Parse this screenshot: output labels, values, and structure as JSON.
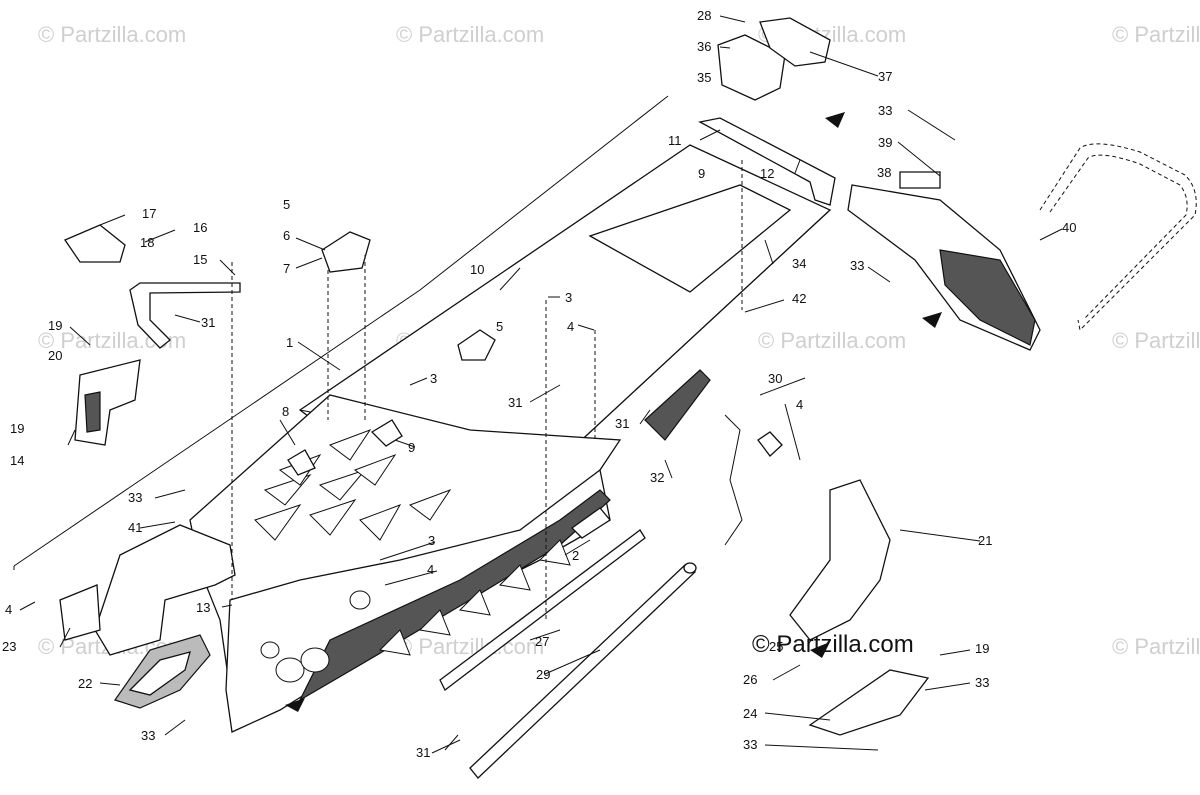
{
  "watermark": {
    "text": "© Partzilla.com",
    "featured_text": "© Partzilla.com"
  },
  "callouts": [
    "1",
    "2",
    "3",
    "4",
    "5",
    "7",
    "8",
    "9",
    "10",
    "11",
    "12",
    "13",
    "14",
    "15",
    "16",
    "17",
    "18",
    "19",
    "20",
    "21",
    "22",
    "23",
    "24",
    "25",
    "26",
    "27",
    "28",
    "29",
    "30",
    "31",
    "32",
    "33",
    "34",
    "35",
    "36",
    "37",
    "38",
    "39",
    "40",
    "41",
    "42",
    "6"
  ],
  "colors": {
    "line": "#111111",
    "watermark": "#cfcfcf",
    "background": "#ffffff"
  }
}
